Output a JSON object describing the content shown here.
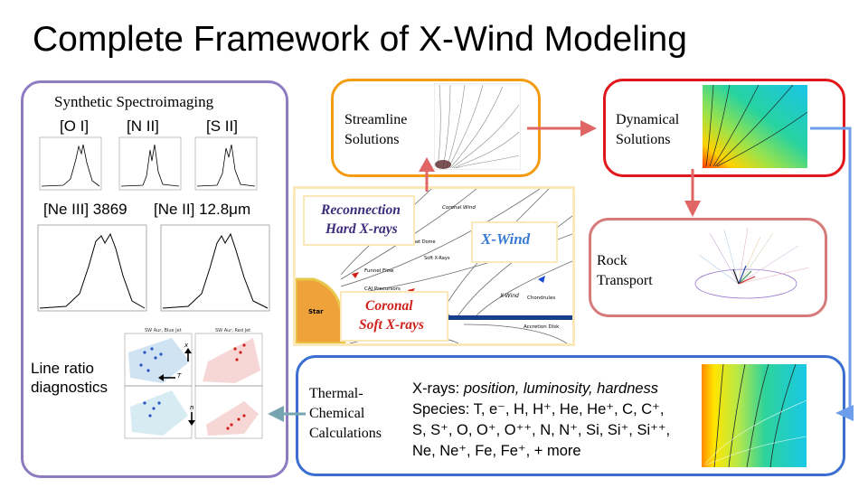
{
  "title": "Complete Framework of X-Wind Modeling",
  "left_panel": {
    "heading": "Synthetic Spectroimaging",
    "lines_small": [
      "[O I]",
      "[N II]",
      "[S II]"
    ],
    "lines_large": [
      "[Ne III] 3869",
      "[Ne II] 12.8μm"
    ],
    "ratio_label_1": "Line ratio",
    "ratio_label_2": "diagnostics",
    "ratio_panel_titles": [
      "SW Aur, Blue Jet",
      "SW Aur, Red Jet"
    ]
  },
  "streamline": {
    "label_1": "Streamline",
    "label_2": "Solutions"
  },
  "dynamical": {
    "label_1": "Dynamical",
    "label_2": "Solutions"
  },
  "rock": {
    "label_1": "Rock",
    "label_2": "Transport"
  },
  "thermal": {
    "label_1": "Thermal-",
    "label_2": "Chemical",
    "label_3": "Calculations",
    "xrays_prefix": "X-rays: ",
    "xrays_items": "position, luminosity, hardness",
    "species_line_1": "Species: T, e⁻, H, H⁺, He, He⁺, C, C⁺,",
    "species_line_2": "S, S⁺, O, O⁺, O⁺⁺, N, N⁺, Si, Si⁺, Si⁺⁺,",
    "species_line_3": "Ne, Ne⁺, Fe, Fe⁺, + more"
  },
  "center_diagram": {
    "reconnection_1": "Reconnection",
    "reconnection_2": "Hard X-rays",
    "coronal_1": "Coronal",
    "coronal_2": "Soft X-rays",
    "xwind": "X-Wind",
    "star": "Star",
    "coronal_wind": "Coronal Wind",
    "helmet_dome": "Helmet Dome",
    "soft_xrays": "Soft X-Rays",
    "funnel_flow": "Funnel Flow",
    "cai": "CAI Precursors",
    "xwind_small": "X-Wind",
    "chondrules": "Chondrules",
    "accretion_disk": "Accretion Disk"
  },
  "colors": {
    "left_border": "#8e7cc3",
    "streamline_border": "#f39c12",
    "dynamical_border": "#e0161b",
    "rock_border": "#d77a7a",
    "thermal_border": "#3a6fd1",
    "arrow_red": "#e06666",
    "arrow_blue": "#6d9eeb",
    "arrow_teal": "#76a5af",
    "reconnection_text": "#3c2a7a",
    "coronal_text": "#d0211b",
    "xwind_text": "#3a7bd5"
  }
}
